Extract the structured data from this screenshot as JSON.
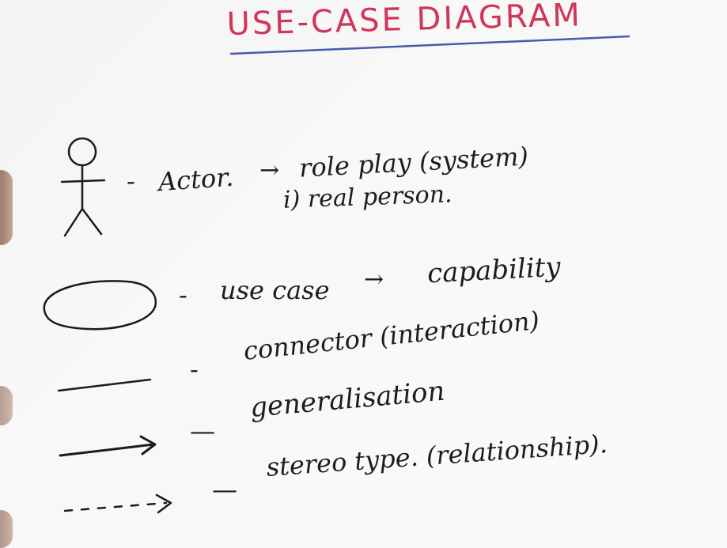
{
  "title": "USE-CASE DIAGRAM",
  "legend": [
    {
      "symbol": "stick-figure",
      "dash": "-",
      "label": "Actor.",
      "arrow": "→",
      "note": "role play (system)",
      "note2": "i) real person."
    },
    {
      "symbol": "ellipse",
      "dash": "-",
      "label": "use case",
      "arrow": "→",
      "note": "capability"
    },
    {
      "symbol": "solid-line",
      "dash": "-",
      "label": "connector (interaction)"
    },
    {
      "symbol": "solid-arrow",
      "dash": "—",
      "label": "generalisation"
    },
    {
      "symbol": "dashed-arrow",
      "dash": "—",
      "label": "stereo type. (relationship)."
    }
  ],
  "colors": {
    "title": "#d0355a",
    "ink": "#1b1b1b",
    "paper": "#f6f6f6"
  }
}
